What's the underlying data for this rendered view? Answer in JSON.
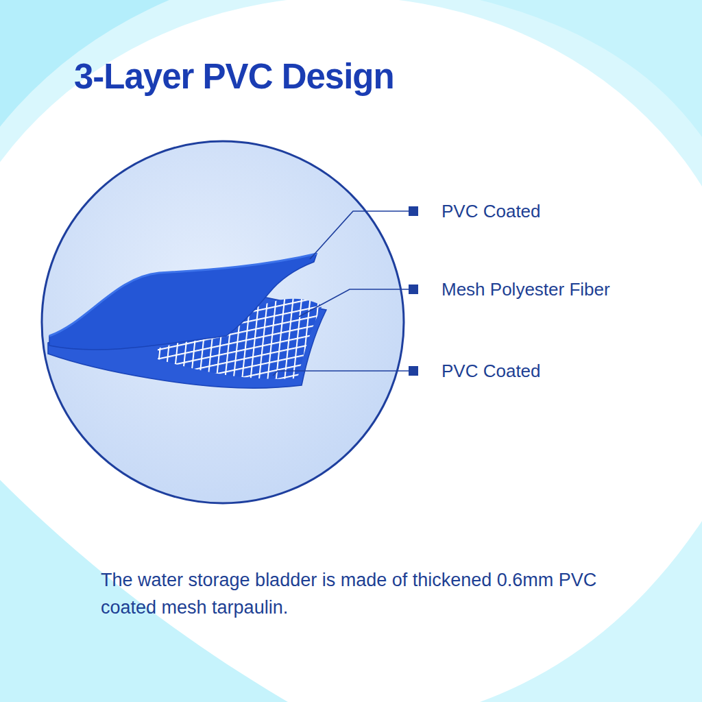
{
  "diagram": {
    "title": "3-Layer PVC Design",
    "caption": "The water storage bladder is made of thickened 0.6mm PVC coated mesh tarpaulin.",
    "labels": [
      "PVC Coated",
      "Mesh Polyester Fiber",
      "PVC Coated"
    ]
  }
}
